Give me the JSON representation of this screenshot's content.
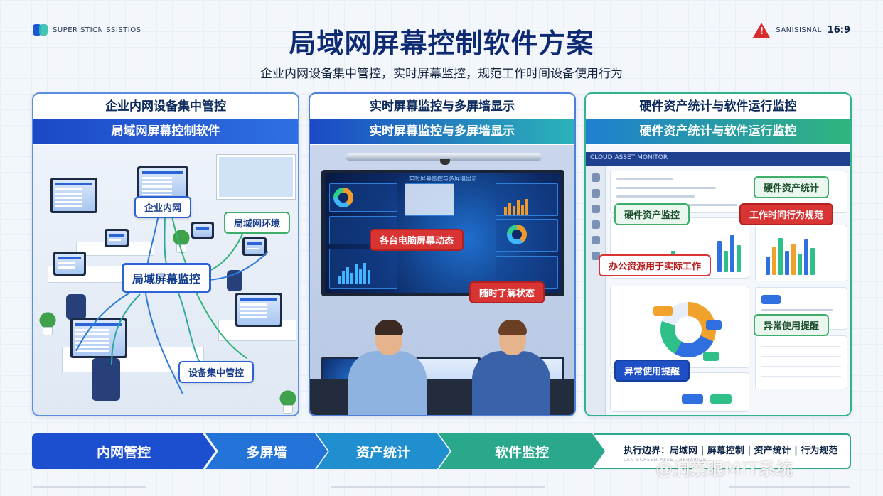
{
  "brand": {
    "text": "SUPER STICN SSISTIOS"
  },
  "ratio": {
    "tag": "SANISISNAL",
    "value": "16:9"
  },
  "title": "局域网屏幕控制软件方案",
  "subtitle": "企业内网设备集中管控，实时屏幕监控，规范工作时间设备使用行为",
  "panels": [
    {
      "header": "企业内网设备集中管控",
      "band": "局域网屏幕控制软件",
      "callouts": {
        "intranet": "企业内网",
        "lan": "局域网环境",
        "monitor": "局域屏幕监控",
        "device": "设备集中管控"
      }
    },
    {
      "header": "实时屏幕监控与多屏墙显示",
      "band": "实时屏幕监控与多屏墙显示",
      "screen_title": "实时屏幕监控与多屏墙显示",
      "callouts": {
        "dynamic": "各台电脑屏幕动态",
        "status": "随时了解状态"
      }
    },
    {
      "header": "硬件资产统计与软件运行监控",
      "band": "硬件资产统计与软件运行监控",
      "dash_title": "CLOUD ASSET MONITOR",
      "callouts": {
        "hw_stat": "硬件资产统计",
        "hw_monitor": "硬件资产监控",
        "worktime": "工作时间行为规范",
        "office": "办公资源用于实际工作",
        "anomaly_right": "异常使用提醒",
        "anomaly_left": "异常使用提醒"
      }
    }
  ],
  "flow": {
    "steps": [
      "内网管控",
      "多屏墙",
      "资产统计",
      "软件监控"
    ],
    "boundary": "执行边界：局域网 | 屏幕控制 | 资产统计 | 行为规范",
    "boundary_sub": "LAN SCREEN ASSET BEHAVIOR"
  },
  "watermark": "@洞察眼MIT系统",
  "colors": {
    "primary": "#1b4fcf",
    "teal": "#2aa88c",
    "alert": "#d93434",
    "title": "#0d2a73"
  }
}
